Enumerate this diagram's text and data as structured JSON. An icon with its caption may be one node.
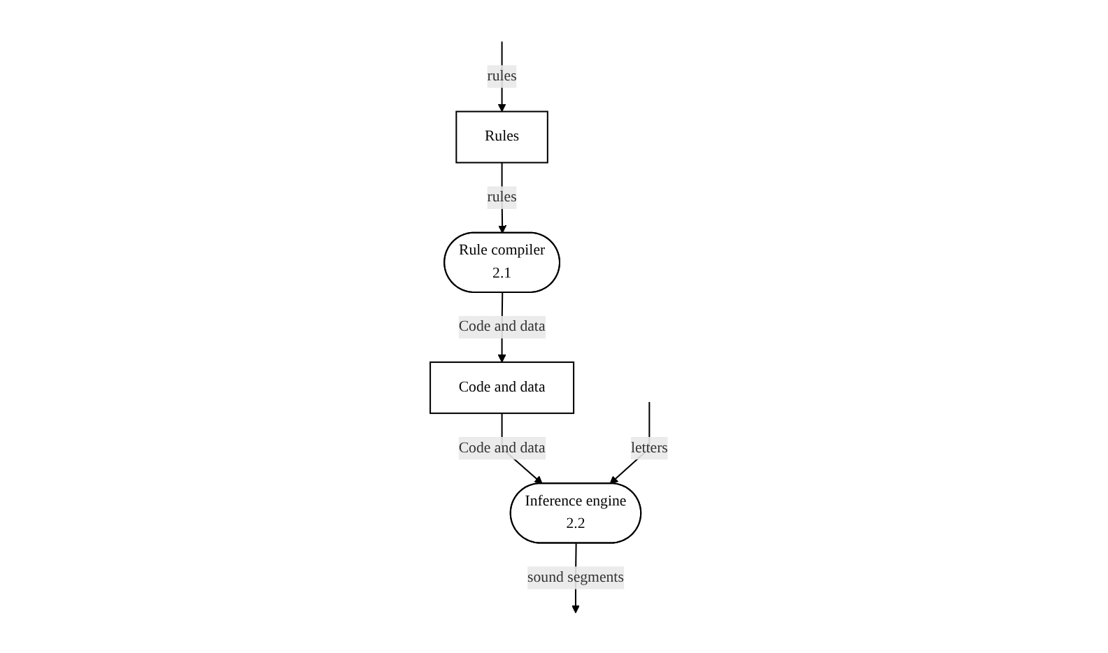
{
  "diagram": {
    "nodes": [
      {
        "text": [
          "Rules"
        ]
      },
      {
        "text": [
          "Rule compiler",
          "2.1"
        ]
      },
      {
        "text": [
          "Code and data"
        ]
      },
      {
        "text": [
          "Inference engine",
          "2.2"
        ]
      }
    ],
    "edges": [
      {
        "from": null,
        "to": 0,
        "arrow": "to",
        "label": "rules"
      },
      {
        "from": 0,
        "to": 1,
        "arrow": "to",
        "label": "rules"
      },
      {
        "from": 1,
        "to": 2,
        "arrow": "to",
        "label": "Code and data"
      },
      {
        "from": 2,
        "to": 3,
        "arrow": "to",
        "label": "Code and data"
      },
      {
        "from": 3,
        "to": null,
        "arrow": "to",
        "label": "sound segments"
      },
      {
        "from": null,
        "to": 3,
        "arrow": "to",
        "label": "letters"
      }
    ]
  }
}
